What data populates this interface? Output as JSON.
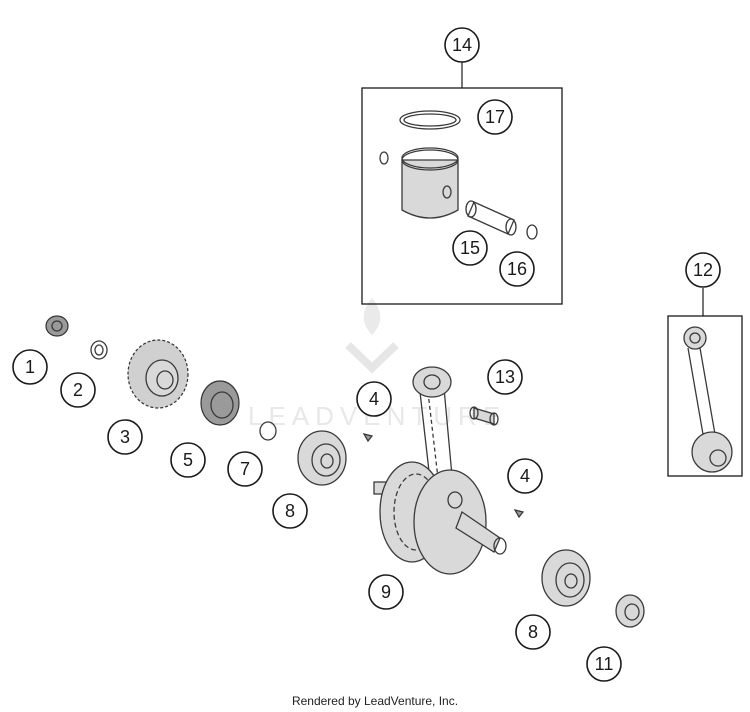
{
  "callouts": {
    "c1": "1",
    "c2": "2",
    "c3": "3",
    "c4a": "4",
    "c4b": "4",
    "c5": "5",
    "c7": "7",
    "c8a": "8",
    "c8b": "8",
    "c9": "9",
    "c11": "11",
    "c12": "12",
    "c13": "13",
    "c14": "14",
    "c15": "15",
    "c16": "16",
    "c17": "17"
  },
  "watermark": "LEADVENTURE",
  "footer": "Rendered by LeadVenture, Inc."
}
